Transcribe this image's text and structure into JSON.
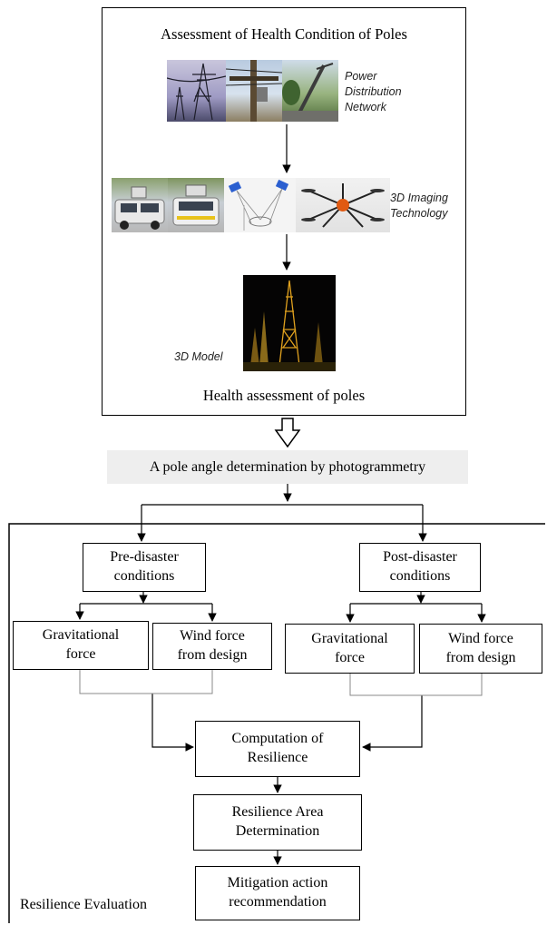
{
  "top_panel": {
    "title": "Assessment of Health Condition of Poles",
    "power_network_label": "Power\nDistribution\nNetwork",
    "imaging_label": "3D Imaging\nTechnology",
    "model_label": "3D Model",
    "footer": "Health assessment of poles"
  },
  "banner": {
    "text": "A pole angle determination by photogrammetry"
  },
  "evaluation": {
    "label": "Resilience Evaluation",
    "pre_disaster": "Pre-disaster\nconditions",
    "post_disaster": "Post-disaster\nconditions",
    "pre_gravity": "Gravitational\nforce",
    "pre_wind": "Wind  force\nfrom design",
    "post_gravity": "Gravitational\nforce",
    "post_wind": "Wind  force\nfrom design",
    "computation": "Computation of\nResilience",
    "area": "Resilience Area\nDetermination",
    "mitigation": "Mitigation action\nrecommendation"
  },
  "colors": {
    "line": "#000000",
    "banner_bg": "#eeeeee",
    "gray_connector": "#8a8a8a"
  },
  "icons": [
    "transmission-tower-photo",
    "utility-pole-photo",
    "leaning-pole-photo",
    "lidar-vehicle-photo",
    "scanner-diagram",
    "drone-photo",
    "point-cloud-model-photo",
    "hollow-down-arrow-icon"
  ]
}
